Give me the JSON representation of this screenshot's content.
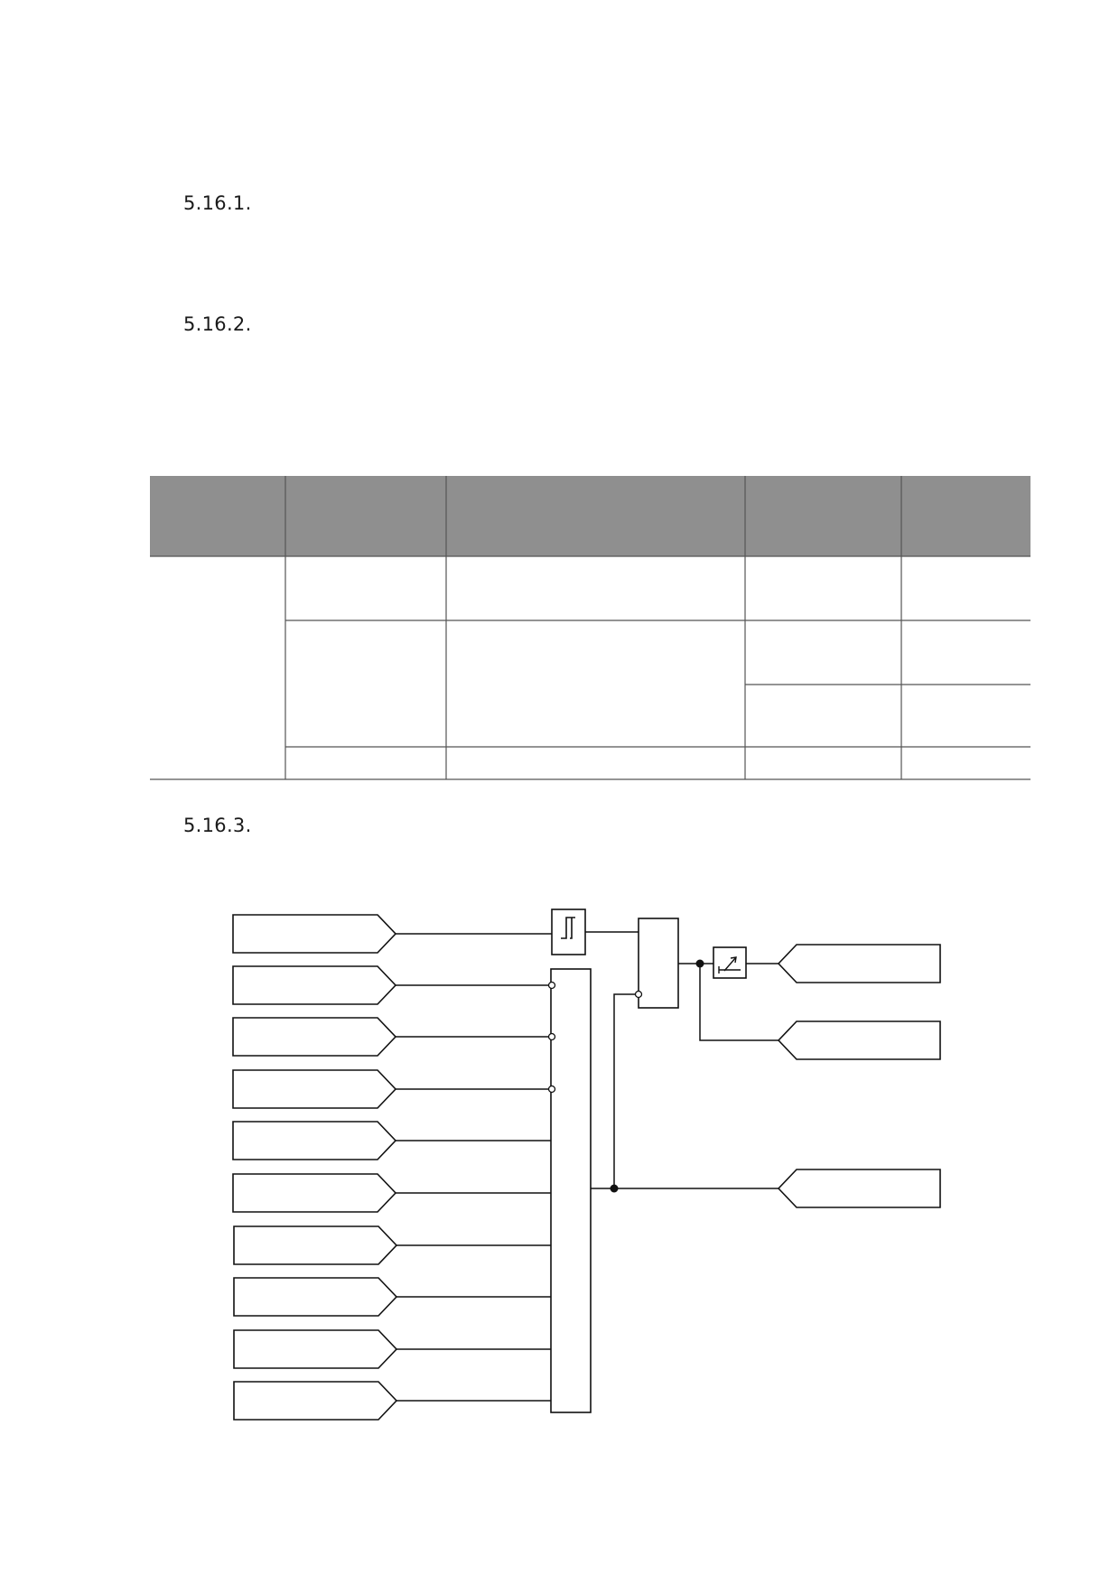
{
  "sections": [
    {
      "number": "5.16.1."
    },
    {
      "number": "5.16.2."
    },
    {
      "number": "5.16.3."
    }
  ],
  "table": {
    "header": [
      "",
      "",
      "",
      "",
      ""
    ],
    "rows": [
      [
        "",
        "",
        "",
        "",
        ""
      ],
      [
        "",
        "",
        "",
        "",
        ""
      ],
      [
        "",
        "",
        "",
        "",
        ""
      ],
      [
        "",
        "",
        "",
        "",
        ""
      ]
    ]
  },
  "diagram": {
    "input_tags": [
      "",
      "",
      "",
      "",
      "",
      "",
      "",
      "",
      "",
      ""
    ],
    "output_tags": [
      "",
      "",
      ""
    ],
    "icons": [
      "hysteresis-icon",
      "adjust-icon"
    ]
  }
}
